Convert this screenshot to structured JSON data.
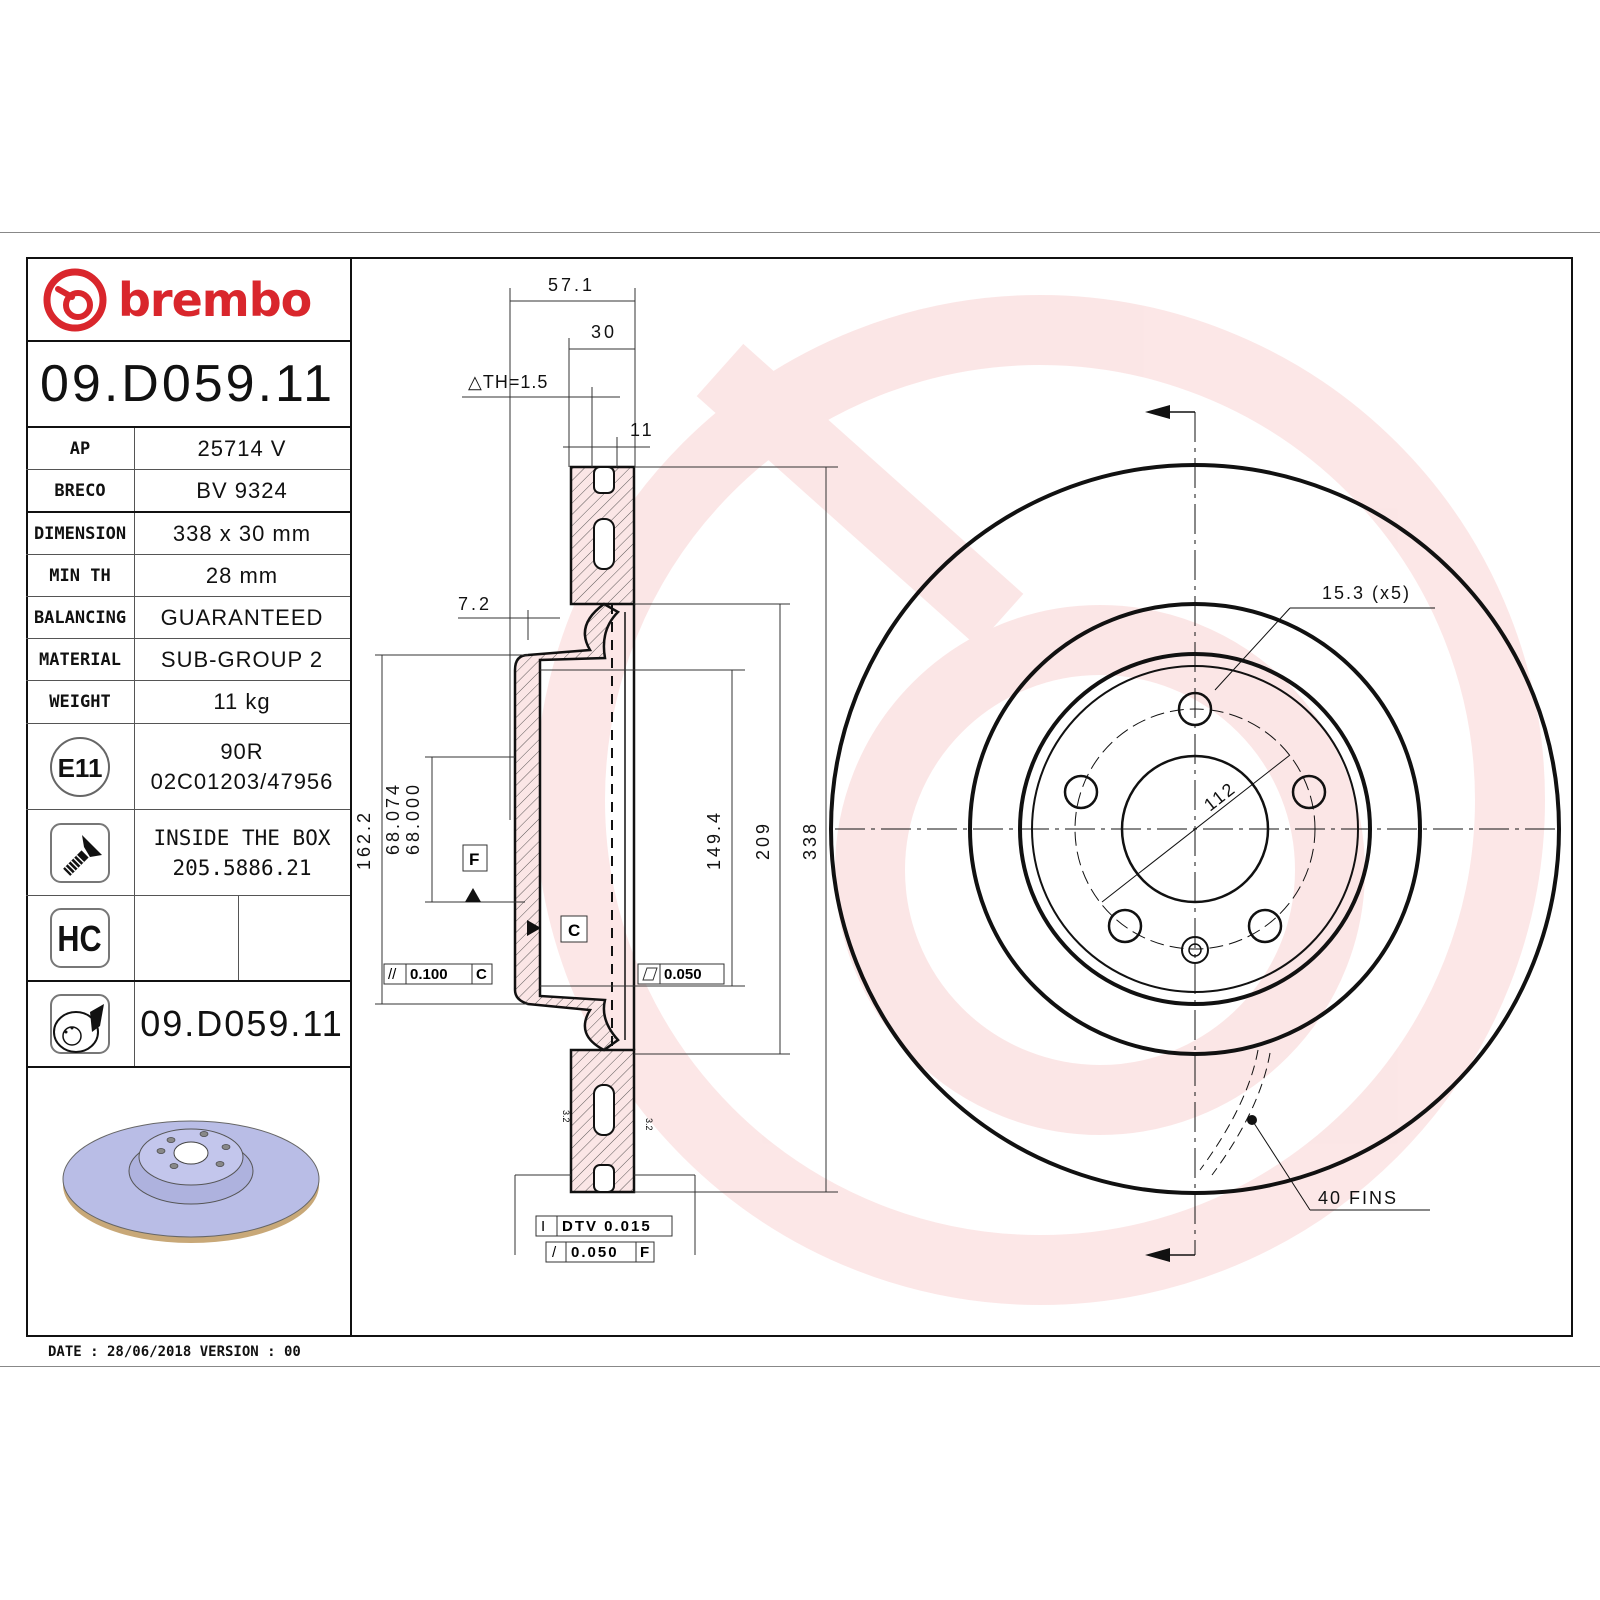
{
  "brand": {
    "name": "brembo",
    "color": "#d9262c"
  },
  "part_number": "09.D059.11",
  "specs": [
    {
      "label": "AP",
      "value": "25714 V"
    },
    {
      "label": "BRECO",
      "value": "BV 9324"
    },
    {
      "label": "DIMENSION",
      "value": "338 x 30 mm"
    },
    {
      "label": "MIN TH",
      "value": "28 mm"
    },
    {
      "label": "BALANCING",
      "value": "GUARANTEED"
    },
    {
      "label": "MATERIAL",
      "value": "SUB-GROUP 2"
    },
    {
      "label": "WEIGHT",
      "value": "11 kg"
    }
  ],
  "homologation": {
    "icon": "e11-approval-icon",
    "badge": "E11",
    "line1": "90R",
    "line2": "02C01203/47956"
  },
  "screw": {
    "icon": "screw-icon",
    "line1": "INSIDE THE BOX",
    "line2": "205.5886.21"
  },
  "coating": {
    "icon": "hc-icon",
    "badge": "HC"
  },
  "disc_ref": {
    "icon": "disc-caliper-icon",
    "value": "09.D059.11"
  },
  "footer": {
    "text": "DATE : 28/06/2018 VERSION : 00"
  },
  "dimensions": {
    "overall_height": "57.1",
    "thickness": "30",
    "delta_th": "△TH=1.5",
    "vane_gap": "11",
    "flange": "7.2",
    "d_162": "162.2",
    "d_68_max": "68.074",
    "d_68_min": "68.000",
    "d_149": "149.4",
    "d_209": "209",
    "d_338": "338",
    "datum_f": "F",
    "datum_c": "C",
    "parallelism": "0.100",
    "parallelism_ref": "C",
    "flatness": "0.050",
    "dtv": "DTV 0.015",
    "runout": "0.050",
    "runout_ref": "F",
    "roughness": "3.2",
    "bolt_hole": "15.3 (x5)",
    "pcd": "112",
    "fins": "40 FINS"
  }
}
